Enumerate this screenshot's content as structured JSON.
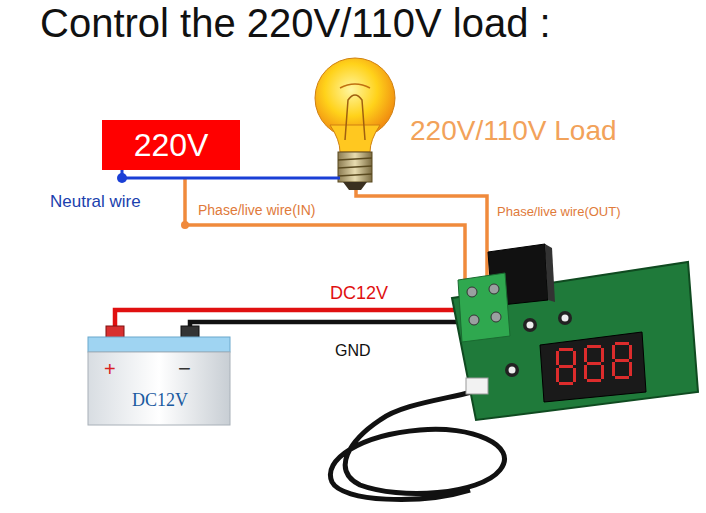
{
  "diagram": {
    "title": "Control the 220V/110V load :",
    "nodes": [
      {
        "text": [
          "220V"
        ]
      },
      {
        "text": [
          "220V/110V Load"
        ]
      },
      {
        "text": [
          "+",
          "−",
          "DC12V"
        ]
      }
    ],
    "edges": [
      {
        "from": 0,
        "to": 1,
        "arrow": "none",
        "label": "Neutral wire"
      }
    ],
    "labels": [
      "Phase/live wire(IN)",
      "Phase/live wire(OUT)",
      "DC12V",
      "GND"
    ]
  }
}
